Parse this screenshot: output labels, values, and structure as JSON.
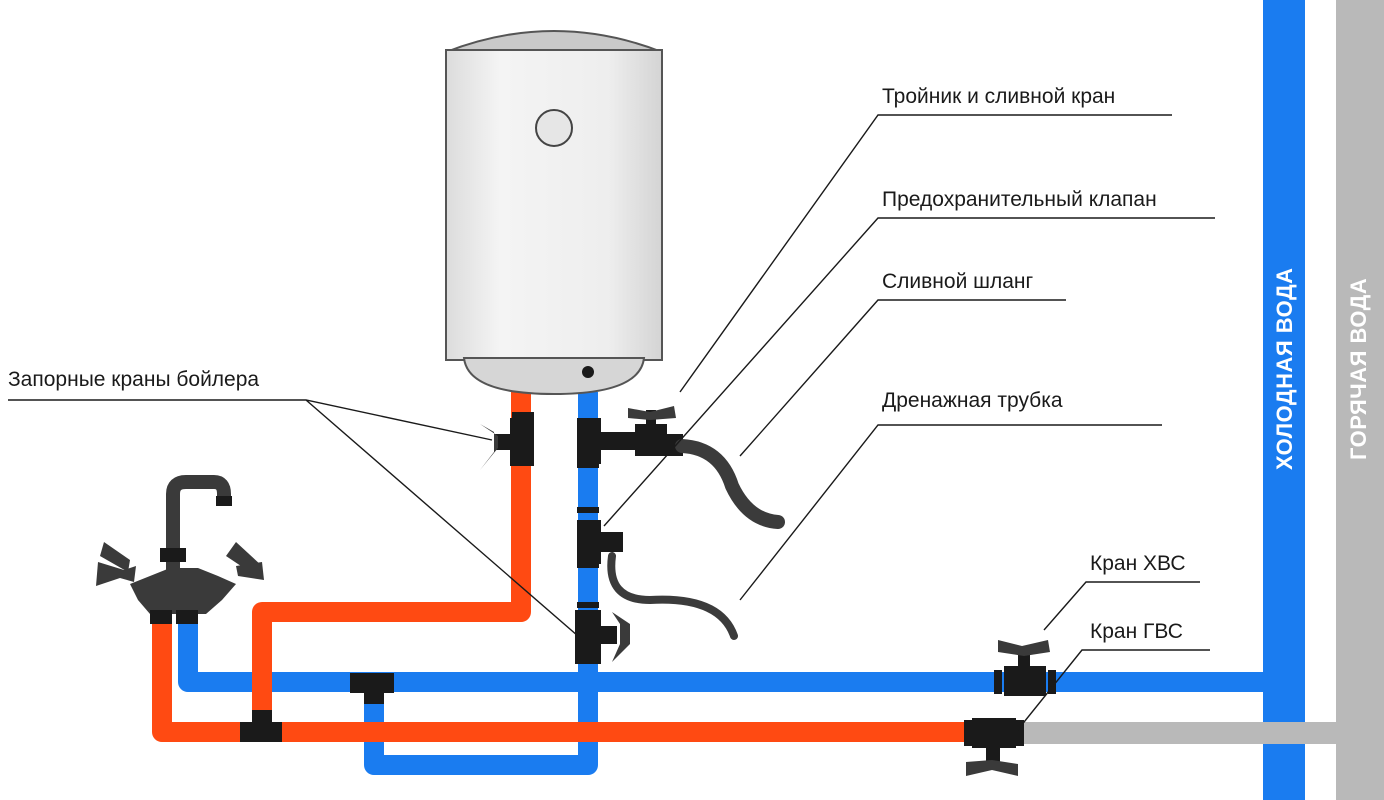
{
  "risers": {
    "cold": "ХОЛОДНАЯ ВОДА",
    "hot": "ГОРЯЧАЯ ВОДА"
  },
  "labels": {
    "tee_drain": "Тройник и сливной кран",
    "safety_valve": "Предохранительный клапан",
    "drain_hose": "Сливной шланг",
    "drain_tube": "Дренажная трубка",
    "shutoff_valves": "Запорные краны бойлера",
    "cold_valve": "Кран ХВС",
    "hot_valve": "Кран ГВС"
  },
  "colors": {
    "hot_pipe": "#ff4a12",
    "cold_pipe": "#1a7cf0",
    "hot_riser": "#b9b9b9",
    "fittings": "#1a1a1a",
    "heater_body": "#ececec",
    "heater_bottom": "#d6d6d6"
  }
}
